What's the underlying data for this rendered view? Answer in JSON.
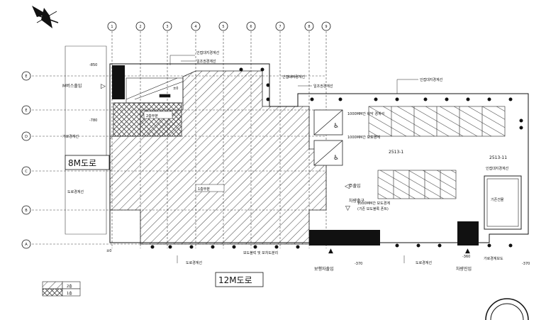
{
  "grid": {
    "columns": [
      "1",
      "2",
      "3",
      "4",
      "5",
      "6",
      "7",
      "8",
      "9"
    ],
    "rows": [
      "E",
      "E",
      "D",
      "C",
      "B",
      "A"
    ]
  },
  "roads": {
    "road_8m": "8M도로",
    "road_12m": "12M도로"
  },
  "labels": {
    "bus_entrance": "M버스출입",
    "vehicle_in": "주출입",
    "vehicle_out": "차량출구",
    "pedestrian": "보행자출입",
    "vehicle_entrance": "차량진입",
    "lot_1": "2513-1",
    "lot_2": "2513-11",
    "existing_building": "기존건물",
    "floor_2": "2층부분",
    "floor_1": "1층부분",
    "boundary_top1": "인접대지경계선",
    "boundary_top2": "일조권경계선",
    "boundary_mid1": "인접대지경계선",
    "boundary_mid2": "일조권경계선",
    "boundary_right": "인접대지경계선",
    "boundary_right2": "인접대지경계선",
    "road_boundary_left1": "가로경계선",
    "road_boundary_left2": "도로경계선",
    "road_boundary_bottom1": "도로경계선",
    "road_boundary_bottom2": "도로경계선",
    "sidewalk_note": "보도블럭 및 보차도분리",
    "dim_note1": "1000MM간 바닥 경계석",
    "dim_note2": "1000MM간 보도경계",
    "dim_note3": "1000MM간 보도경계",
    "dim_note4": "(기존 보도블록 폰트)",
    "road_label_right": "가로경계보도"
  },
  "levels": {
    "lvl_1": "-850",
    "lvl_2": "-780",
    "lvl_3": "±0",
    "lvl_4": "±0",
    "lvl_5": "-370",
    "lvl_6": "-360",
    "lvl_7": "-370"
  },
  "legend": [
    {
      "label": "2층"
    },
    {
      "label": "1층"
    }
  ]
}
